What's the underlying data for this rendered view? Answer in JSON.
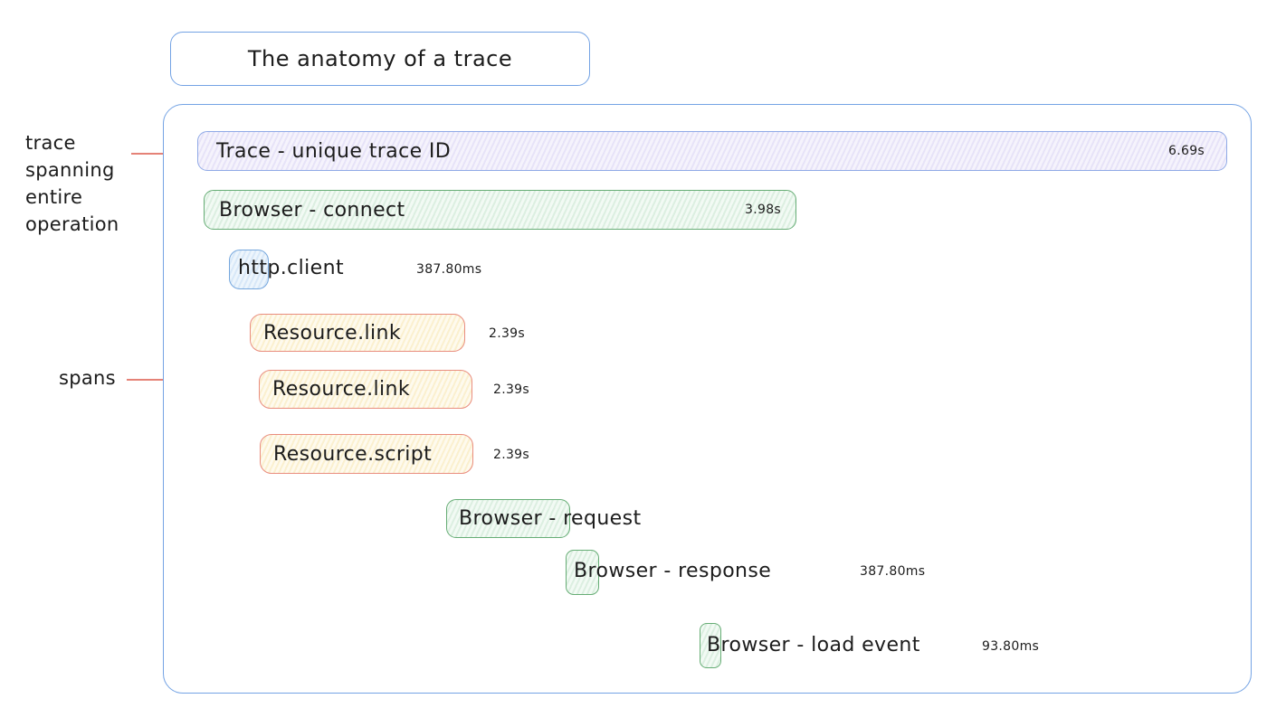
{
  "title_box": {
    "text": "The anatomy of a trace"
  },
  "annotations": {
    "trace_label": "trace\nspanning\nentire\noperation",
    "spans_label": "spans"
  },
  "spans": [
    {
      "label": "Trace - unique trace ID",
      "duration": "6.69s",
      "color": "purple",
      "duration_position": "inside"
    },
    {
      "label": "Browser - connect",
      "duration": "3.98s",
      "color": "green",
      "duration_position": "inside"
    },
    {
      "label": "http.client",
      "duration": "387.80ms",
      "color": "blue",
      "duration_position": "outside"
    },
    {
      "label": "Resource.link",
      "duration": "2.39s",
      "color": "yellow",
      "duration_position": "outside"
    },
    {
      "label": "Resource.link",
      "duration": "2.39s",
      "color": "yellow",
      "duration_position": "outside"
    },
    {
      "label": "Resource.script",
      "duration": "2.39s",
      "color": "yellow",
      "duration_position": "outside"
    },
    {
      "label": "Browser - request",
      "duration": "",
      "color": "green",
      "duration_position": "none"
    },
    {
      "label": "Browser - response",
      "duration": "387.80ms",
      "color": "green",
      "duration_position": "outside"
    },
    {
      "label": "Browser - load event",
      "duration": "93.80ms",
      "color": "green",
      "duration_position": "outside"
    }
  ],
  "colors": {
    "frame_border": "#74a3e4",
    "trace_fill": "#ece8f9",
    "trace_border": "#8fa9e6",
    "green_fill": "#e4f2e7",
    "green_border": "#66ad75",
    "blue_fill": "#dfeaf8",
    "blue_border": "#76a7dd",
    "yellow_fill": "#fcf3d6",
    "yellow_border": "#e98d7e",
    "annotation_red": "#e06c5f",
    "text": "#1c1c1c"
  }
}
